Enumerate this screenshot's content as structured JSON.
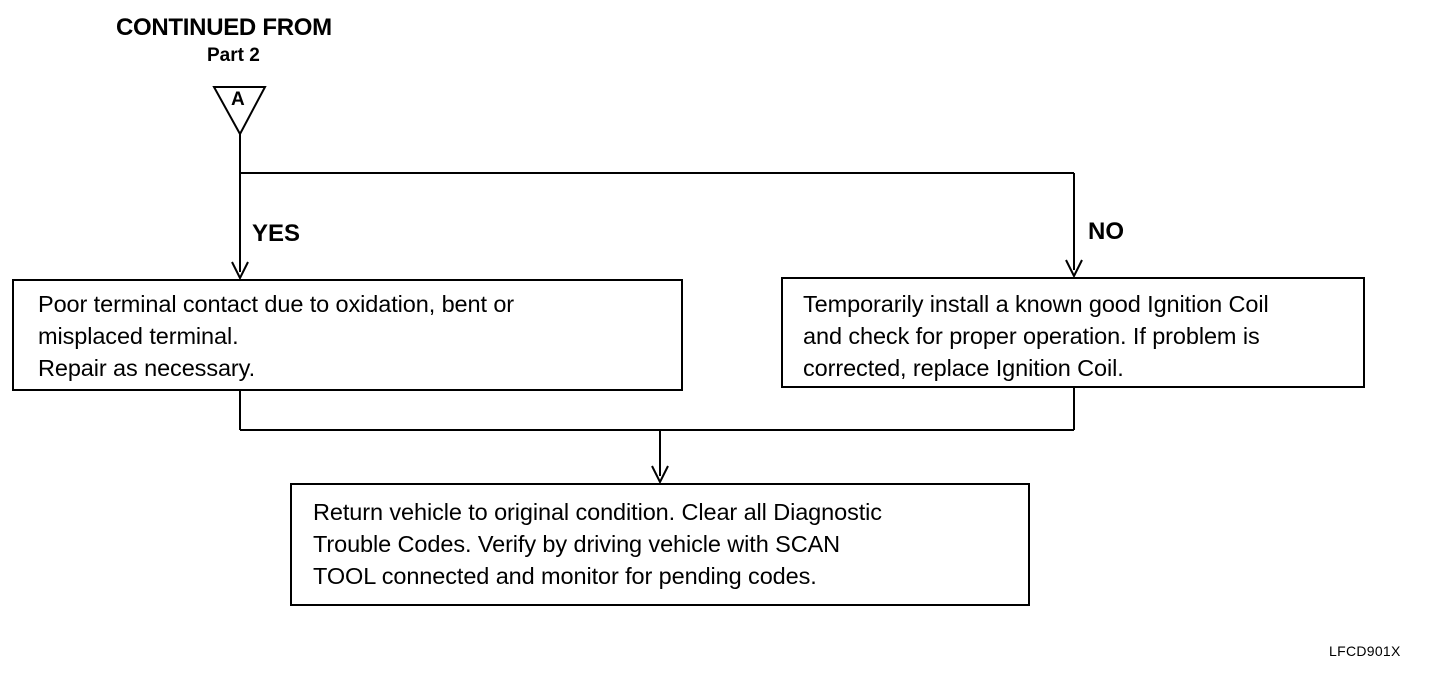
{
  "header": {
    "title": "CONTINUED FROM",
    "subtitle": "Part 2",
    "connector_letter": "A"
  },
  "branches": {
    "yes_label": "YES",
    "no_label": "NO"
  },
  "boxes": {
    "yes": {
      "lines": [
        "Poor terminal contact due to oxidation, bent or",
        "misplaced terminal.",
        "Repair as necessary."
      ]
    },
    "no": {
      "lines": [
        "Temporarily install a known good Ignition Coil",
        "and check for proper operation. If problem is",
        "corrected, replace Ignition Coil."
      ]
    },
    "final": {
      "lines": [
        "Return vehicle to original condition. Clear all Diagnostic",
        "Trouble Codes. Verify by driving vehicle with SCAN",
        "TOOL connected and monitor for pending codes."
      ]
    }
  },
  "figure_id": "LFCD901X",
  "colors": {
    "line": "#000000",
    "background": "#ffffff"
  }
}
